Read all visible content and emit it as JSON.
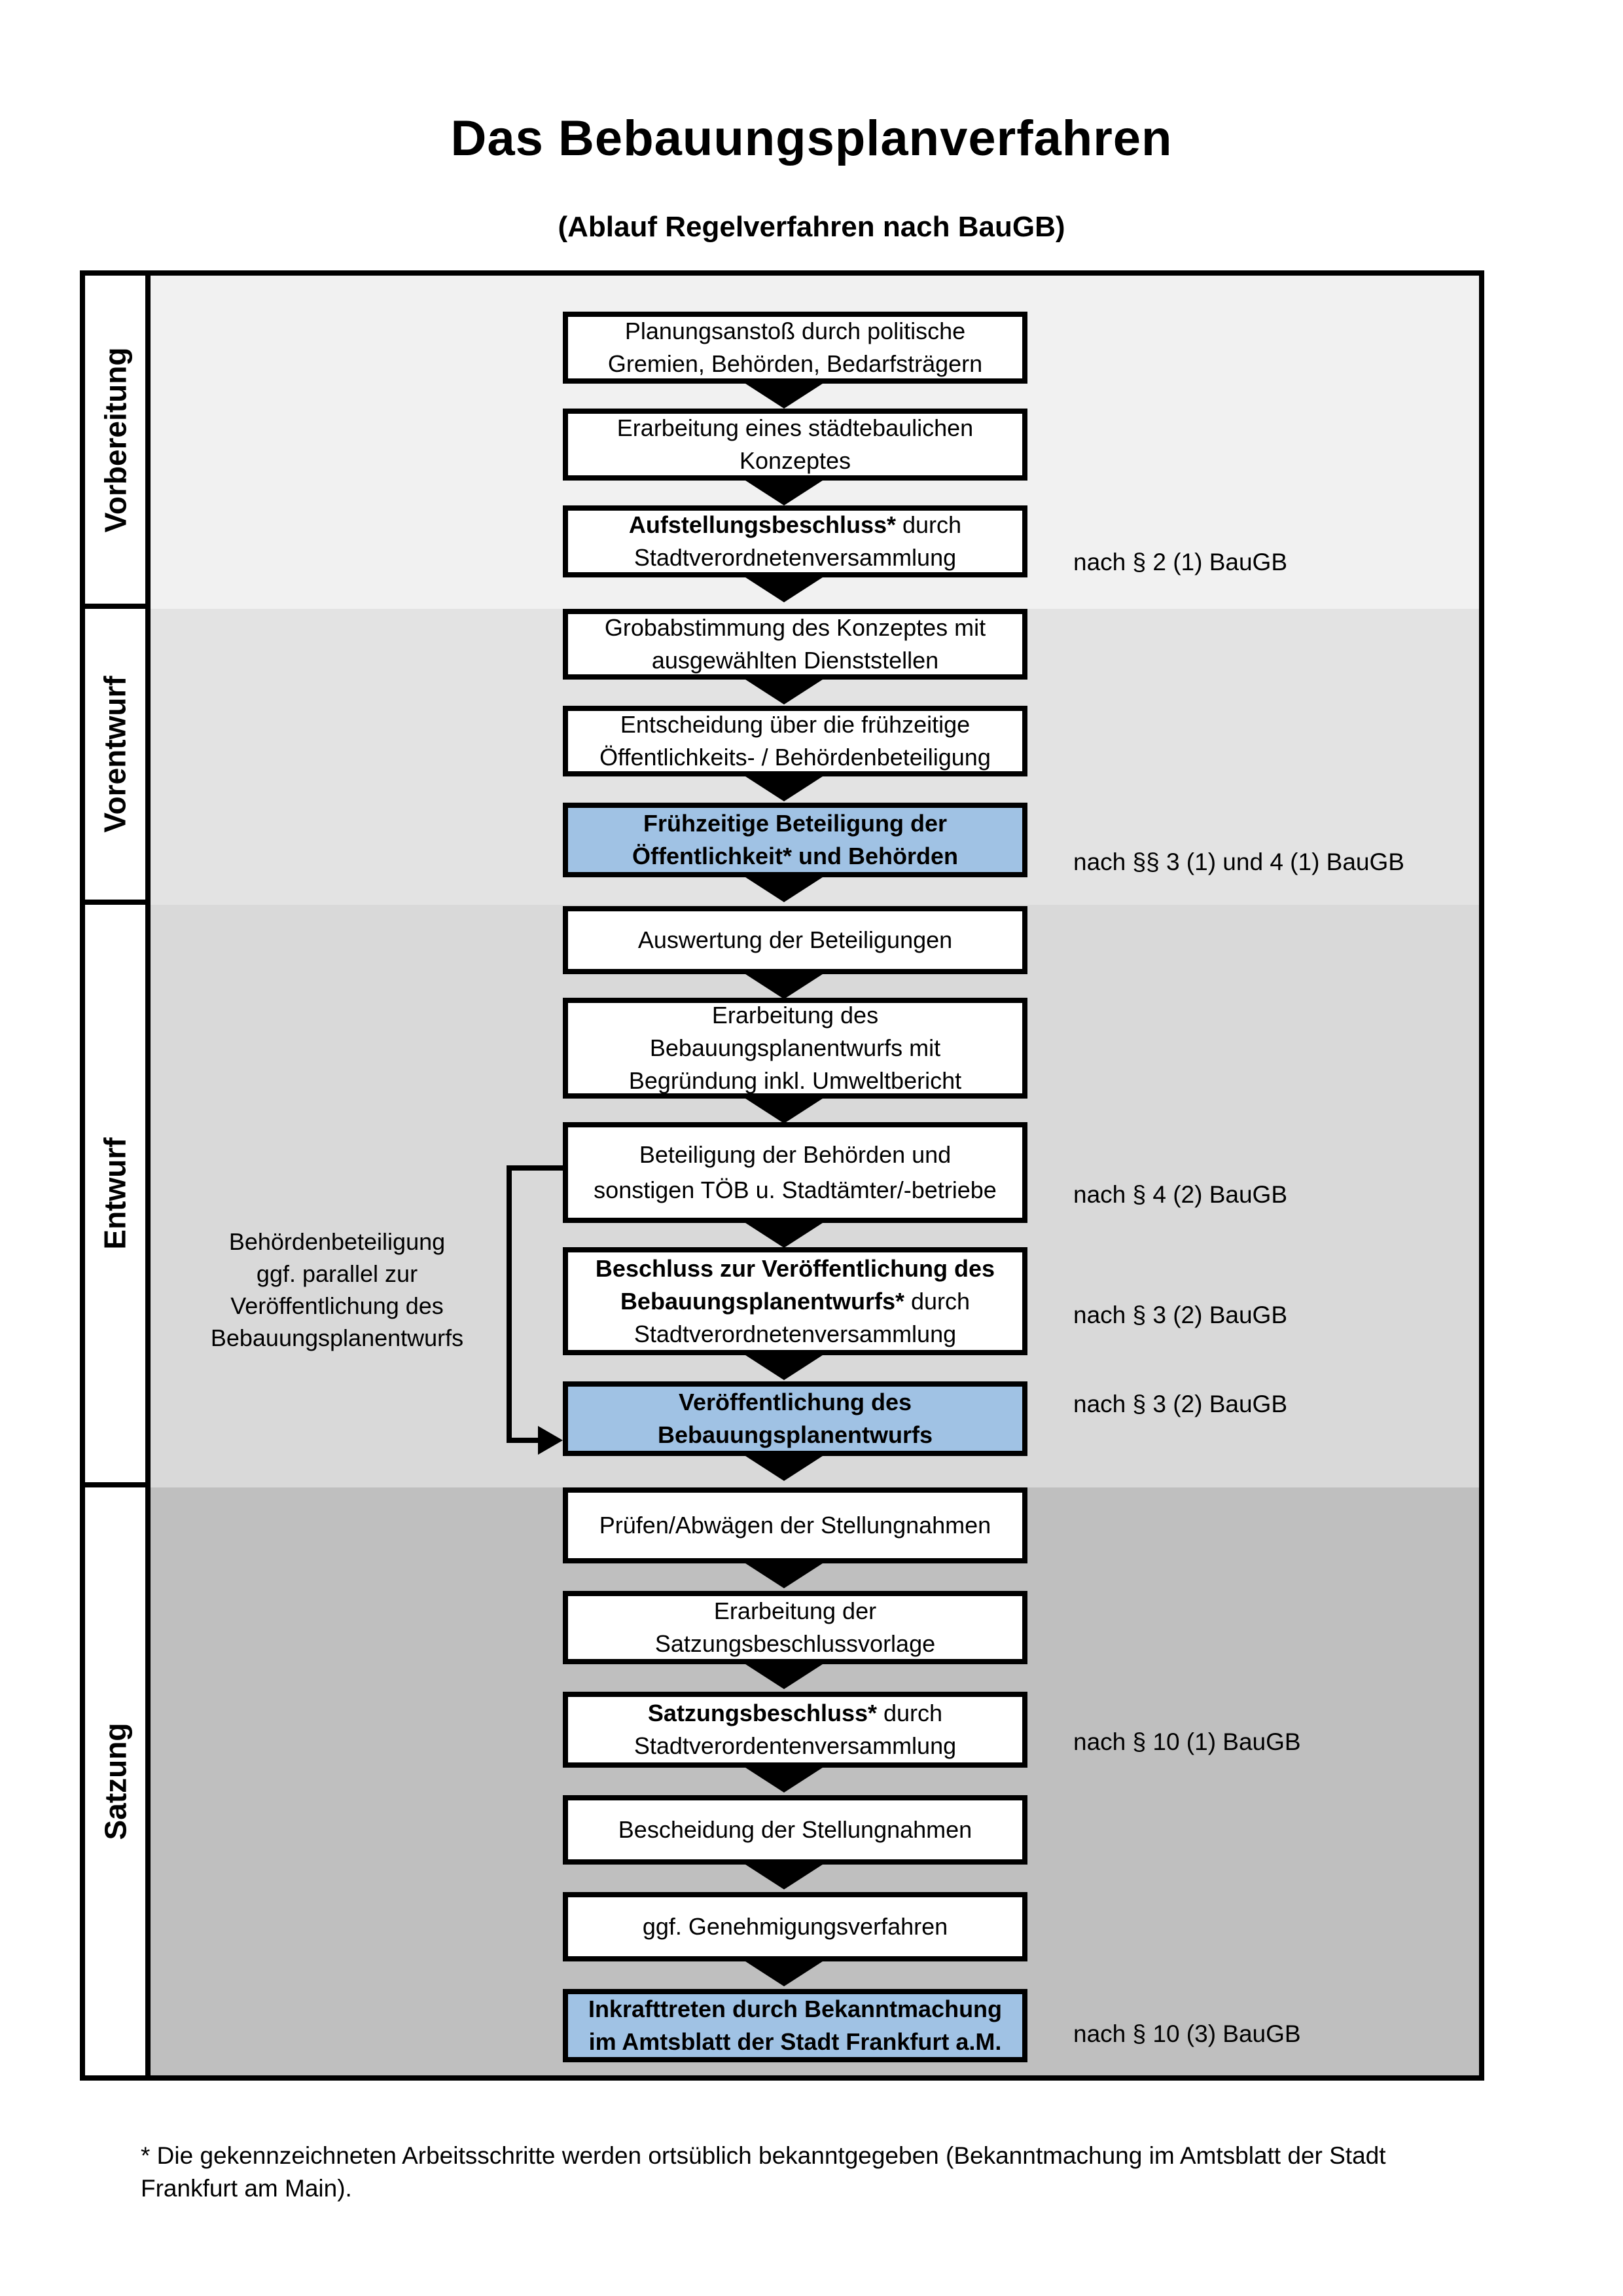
{
  "title": "Das Bebauungsplanverfahren",
  "subtitle": "(Ablauf Regelverfahren nach BauGB)",
  "phases": [
    {
      "label": "Vorbereitung",
      "band_color": "#f1f1f1"
    },
    {
      "label": "Vorentwurf",
      "band_color": "#e3e3e3"
    },
    {
      "label": "Entwurf",
      "band_color": "#d9d9d9"
    },
    {
      "label": "Satzung",
      "band_color": "#bfbfbf"
    }
  ],
  "colors": {
    "highlight_box": "#a0c2e4",
    "box_background": "#ffffff",
    "border": "#000000",
    "page_background": "#ffffff"
  },
  "flow": {
    "boxes": [
      {
        "lines": [
          [
            "Planungsanstoß durch politische"
          ],
          [
            "Gremien, Behörden, Bedarfsträgern"
          ]
        ]
      },
      {
        "lines": [
          [
            "Erarbeitung eines städtebaulichen"
          ],
          [
            "Konzeptes"
          ]
        ]
      },
      {
        "lines": [
          [
            {
              "t": "Aufstellungsbeschluss*",
              "b": 1
            },
            {
              "t": " durch"
            }
          ],
          [
            "Stadtverordnetenversammlung"
          ]
        ]
      },
      {
        "lines": [
          [
            "Grobabstimmung des Konzeptes mit"
          ],
          [
            "ausgewählten Dienststellen"
          ]
        ]
      },
      {
        "lines": [
          [
            "Entscheidung über die frühzeitige"
          ],
          [
            "Öffentlichkeits- / Behördenbeteiligung"
          ]
        ]
      },
      {
        "lines": [
          [
            "Frühzeitige Beteiligung der"
          ],
          [
            "Öffentlichkeit* und Behörden"
          ]
        ]
      },
      {
        "lines": [
          [
            "Auswertung der Beteiligungen"
          ]
        ]
      },
      {
        "lines": [
          [
            "Erarbeitung des"
          ],
          [
            "Bebauungsplanentwurfs mit"
          ],
          [
            "Begründung inkl. Umweltbericht"
          ]
        ]
      },
      {
        "lines": [
          [
            "Beteiligung der Behörden und"
          ],
          [
            "sonstigen TÖB u. Stadtämter/-betriebe"
          ]
        ]
      },
      {
        "lines": [
          [
            {
              "t": "Beschluss zur Veröffentlichung des",
              "b": 1
            }
          ],
          [
            {
              "t": "Bebauungsplanentwurfs*",
              "b": 1
            },
            {
              "t": " durch"
            }
          ],
          [
            "Stadtverordnetenversammlung"
          ]
        ]
      },
      {
        "lines": [
          [
            "Veröffentlichung des"
          ],
          [
            "Bebauungsplanentwurfs"
          ]
        ]
      },
      {
        "lines": [
          [
            "Prüfen/Abwägen der Stellungnahmen"
          ]
        ]
      },
      {
        "lines": [
          [
            "Erarbeitung der"
          ],
          [
            "Satzungsbeschlussvorlage"
          ]
        ]
      },
      {
        "lines": [
          [
            {
              "t": "Satzungsbeschluss*",
              "b": 1
            },
            {
              "t": " durch"
            }
          ],
          [
            "Stadtverordentenversammlung"
          ]
        ]
      },
      {
        "lines": [
          [
            "Bescheidung der Stellungnahmen"
          ]
        ]
      },
      {
        "lines": [
          [
            "ggf. Genehmigungsverfahren"
          ]
        ]
      },
      {
        "lines": [
          [
            {
              "t": "Inkrafttreten",
              "b": 1
            },
            {
              "t": " durch Bekanntmachung"
            }
          ],
          [
            "im Amtsblatt der Stadt Frankfurt a.M."
          ]
        ]
      }
    ]
  },
  "annotations": [
    {
      "text": "nach § 2 (1) BauGB"
    },
    {
      "text": "nach §§ 3 (1) und 4 (1) BauGB"
    },
    {
      "text": "nach § 4 (2) BauGB"
    },
    {
      "text": "nach § 3 (2) BauGB"
    },
    {
      "text": "nach § 3 (2) BauGB"
    },
    {
      "text": "nach § 10 (1) BauGB"
    },
    {
      "text": "nach § 10 (3) BauGB"
    }
  ],
  "side_note": {
    "lines": [
      "Behördenbeteiligung",
      "ggf. parallel zur",
      "Veröffentlichung des",
      "Bebauungsplanentwurfs"
    ]
  },
  "footnote": "* Die gekennzeichneten Arbeitsschritte werden ortsüblich bekanntgegeben (Bekanntmachung im Amtsblatt  der Stadt\nFrankfurt am Main)."
}
